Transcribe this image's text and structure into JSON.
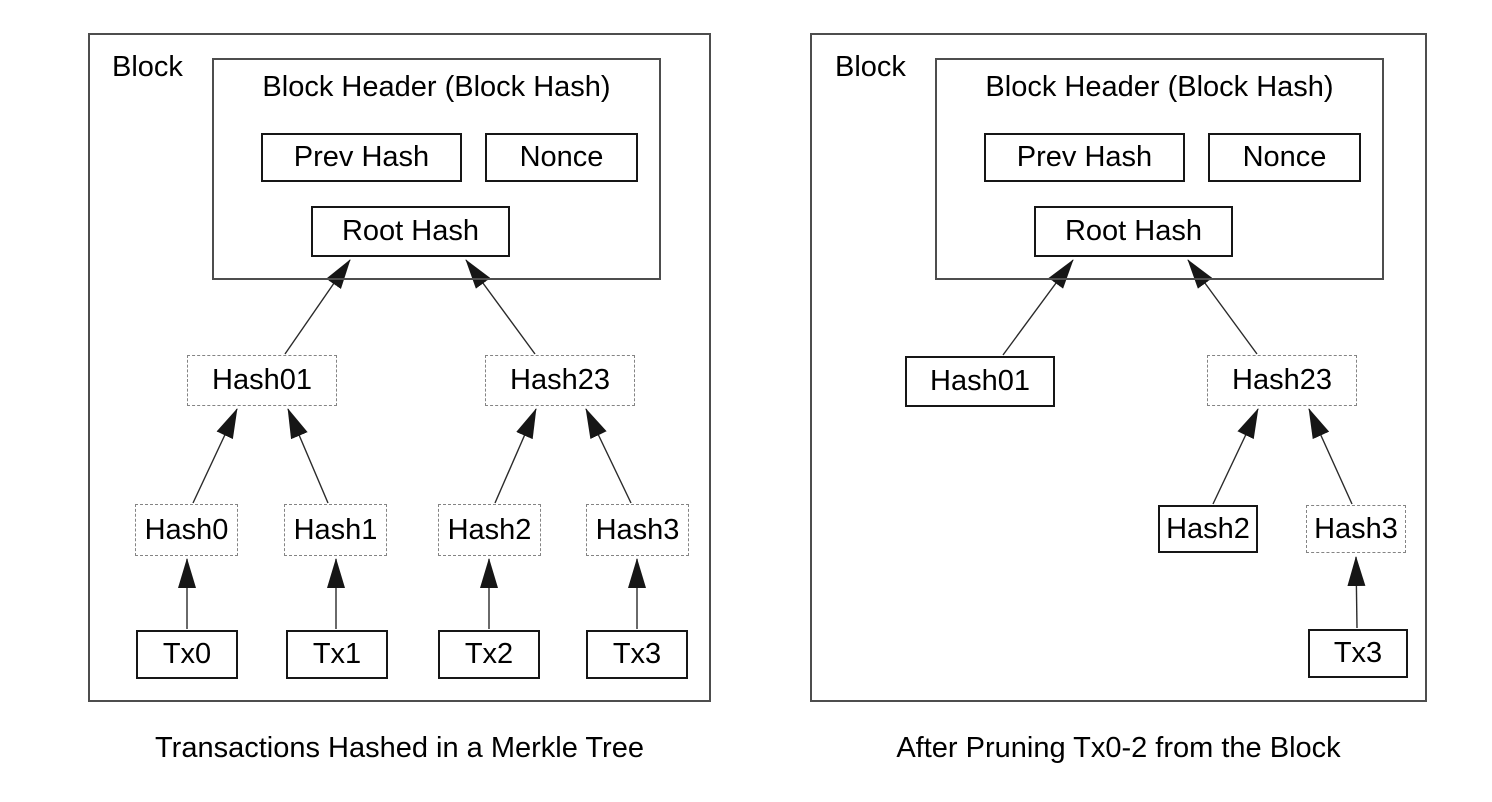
{
  "figure": {
    "panels": [
      {
        "block_label": "Block",
        "header_title": "Block Header (Block Hash)",
        "fields": {
          "prev_hash": "Prev Hash",
          "nonce": "Nonce",
          "root_hash": "Root Hash"
        },
        "nodes": {
          "hash01": "Hash01",
          "hash23": "Hash23",
          "hash0": "Hash0",
          "hash1": "Hash1",
          "hash2": "Hash2",
          "hash3": "Hash3",
          "tx0": "Tx0",
          "tx1": "Tx1",
          "tx2": "Tx2",
          "tx3": "Tx3"
        },
        "caption": "Transactions Hashed in a Merkle Tree"
      },
      {
        "block_label": "Block",
        "header_title": "Block Header (Block Hash)",
        "fields": {
          "prev_hash": "Prev Hash",
          "nonce": "Nonce",
          "root_hash": "Root Hash"
        },
        "nodes": {
          "hash01": "Hash01",
          "hash23": "Hash23",
          "hash2": "Hash2",
          "hash3": "Hash3",
          "tx3": "Tx3"
        },
        "caption": "After Pruning Tx0-2 from the Block"
      }
    ],
    "colors": {
      "background": "#ffffff",
      "text": "#000000",
      "container_border": "#4d4d4d",
      "node_border": "#161616",
      "dashed_border": "#848484",
      "arrow": "#1c1c1c"
    }
  }
}
